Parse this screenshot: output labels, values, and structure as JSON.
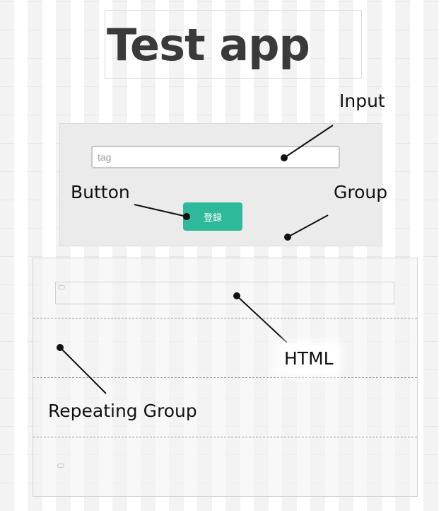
{
  "app": {
    "title": "Test app"
  },
  "group": {
    "input": {
      "placeholder": "tag",
      "value": ""
    },
    "button_label": "登録",
    "button_color": "#2eb99a"
  },
  "annotations": {
    "input": "Input",
    "button": "Button",
    "group": "Group",
    "html": "HTML",
    "repeating_group": "Repeating Group"
  },
  "colors": {
    "background": "#f3f3f3",
    "group_background": "#ebebec",
    "title_text": "#3a3a3a"
  }
}
